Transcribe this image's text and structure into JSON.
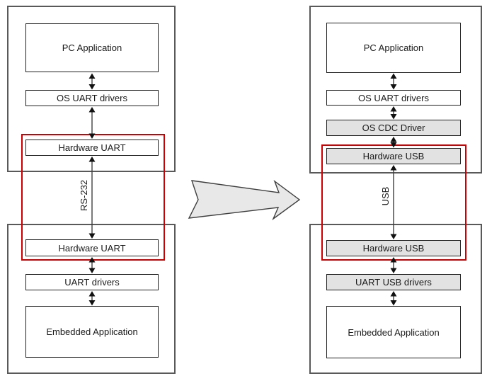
{
  "diagram": {
    "left": {
      "pc_stack": {
        "pc_application": "PC Application",
        "os_uart_drivers": "OS UART drivers",
        "hardware_uart": "Hardware UART"
      },
      "link_label": "RS-232",
      "embedded_stack": {
        "hardware_uart": "Hardware UART",
        "uart_drivers": "UART drivers",
        "embedded_application": "Embedded Application"
      }
    },
    "right": {
      "pc_stack": {
        "pc_application": "PC Application",
        "os_uart_drivers": "OS UART drivers",
        "os_cdc_driver": "OS CDC Driver",
        "hardware_usb": "Hardware USB"
      },
      "link_label": "USB",
      "embedded_stack": {
        "hardware_usb": "Hardware USB",
        "uart_usb_drivers": "UART USB drivers",
        "embedded_application": "Embedded Application"
      }
    },
    "colors": {
      "highlight_red": "#cc0000",
      "gray_box_fill": "#e2e2e2",
      "outer_border_gray": "#595959",
      "inner_border": "#1f1f1f",
      "arrow_line": "#3f3f3f",
      "arrow_head": "#111111",
      "transition_arrow_fill": "#e8e8e8",
      "background": "#ffffff"
    }
  }
}
